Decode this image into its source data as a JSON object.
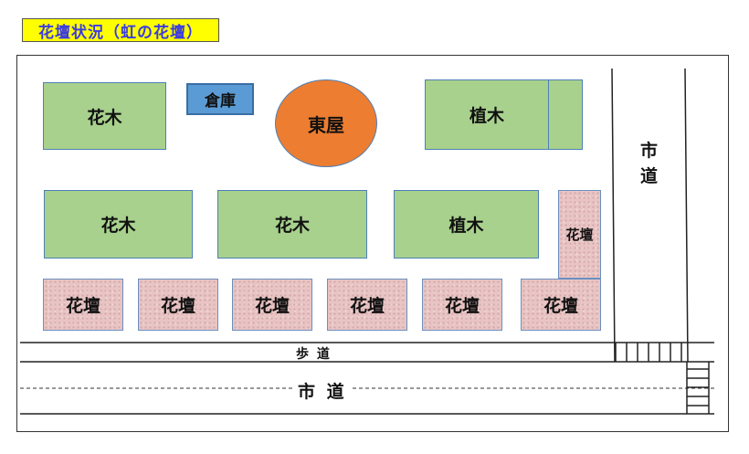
{
  "title": "花壇状況（虹の花壇）",
  "areas": {
    "kaboku_top": "花木",
    "souko": "倉庫",
    "azumaya": "東屋",
    "shokuboku_top": "植木",
    "kaboku_mid1": "花木",
    "kaboku_mid2": "花木",
    "shokuboku_mid": "植木",
    "kadan_side": "花壇",
    "kadan_row": [
      "花壇",
      "花壇",
      "花壇",
      "花壇",
      "花壇",
      "花壇"
    ]
  },
  "roads": {
    "sidewalk": "歩 道",
    "city_road_bottom": "市 道",
    "city_road_right_1": "市",
    "city_road_right_2": "道"
  }
}
